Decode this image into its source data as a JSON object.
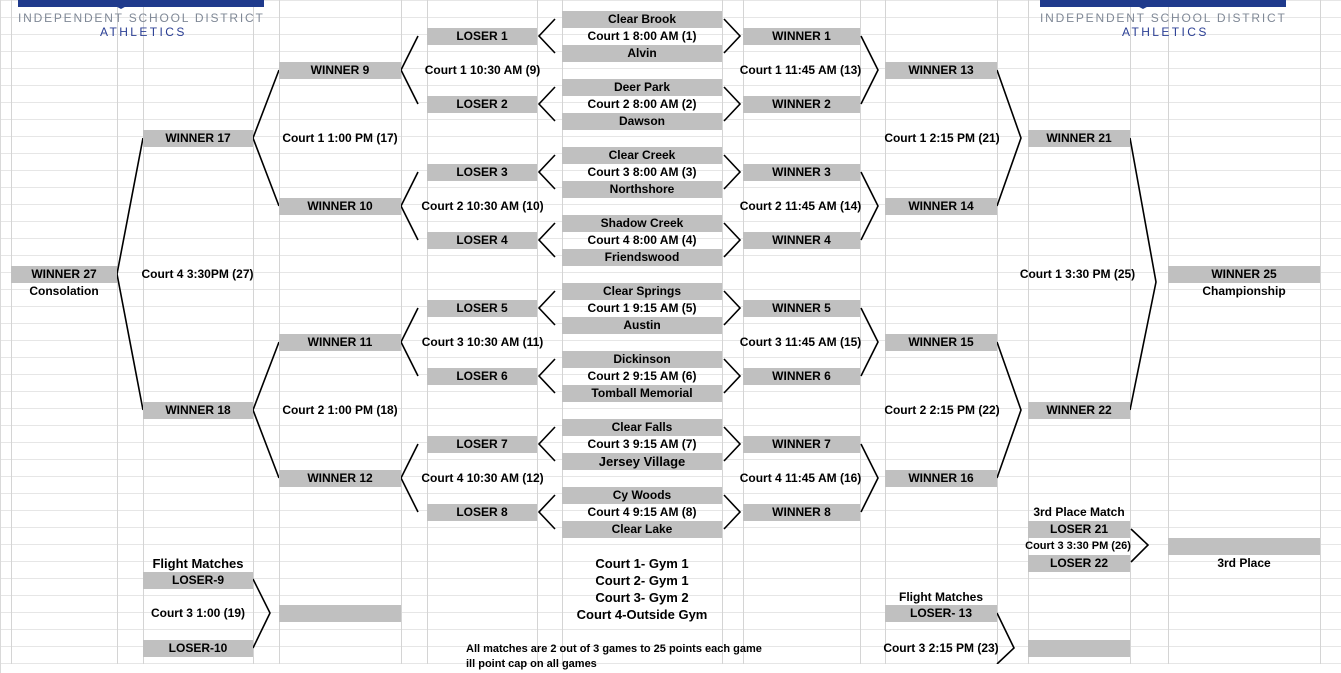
{
  "logo": {
    "line1": "INDEPENDENT SCHOOL DISTRICT",
    "line2": "ATHLETICS"
  },
  "teams": {
    "clear_brook": "Clear Brook",
    "alvin": "Alvin",
    "deer_park": "Deer Park",
    "dawson": "Dawson",
    "clear_creek": "Clear Creek",
    "northshore": "Northshore",
    "shadow_creek": "Shadow Creek",
    "friendswood": "Friendswood",
    "clear_springs": "Clear Springs",
    "austin": "Austin",
    "dickinson": "Dickinson",
    "tomball_memorial": "Tomball Memorial",
    "clear_falls": "Clear Falls",
    "jersey_village": "Jersey Village",
    "cy_woods": "Cy Woods",
    "clear_lake": "Clear Lake"
  },
  "first_round": {
    "m1": "Court 1 8:00 AM (1)",
    "m2": "Court 2 8:00 AM (2)",
    "m3": "Court 3 8:00 AM (3)",
    "m4": "Court 4 8:00 AM (4)",
    "m5": "Court 1 9:15 AM (5)",
    "m6": "Court 2 9:15 AM (6)",
    "m7": "Court 3 9:15 AM (7)",
    "m8": "Court 4 9:15 AM (8)"
  },
  "losers": {
    "l1": "LOSER 1",
    "l2": "LOSER 2",
    "l3": "LOSER 3",
    "l4": "LOSER 4",
    "l5": "LOSER 5",
    "l6": "LOSER 6",
    "l7": "LOSER 7",
    "l8": "LOSER 8"
  },
  "winners": {
    "w1": "WINNER 1",
    "w2": "WINNER 2",
    "w3": "WINNER 3",
    "w4": "WINNER 4",
    "w5": "WINNER 5",
    "w6": "WINNER 6",
    "w7": "WINNER 7",
    "w8": "WINNER 8",
    "w9": "WINNER 9",
    "w10": "WINNER 10",
    "w11": "WINNER 11",
    "w12": "WINNER 12",
    "w13": "WINNER 13",
    "w14": "WINNER 14",
    "w15": "WINNER 15",
    "w16": "WINNER 16",
    "w17": "WINNER 17",
    "w18": "WINNER 18",
    "w21": "WINNER 21",
    "w22": "WINNER 22",
    "w25": "WINNER 25",
    "w27": "WINNER 27"
  },
  "matches": {
    "m9": "Court 1 10:30 AM (9)",
    "m10": "Court 2 10:30 AM (10)",
    "m11": "Court 3 10:30 AM (11)",
    "m12": "Court 4 10:30 AM (12)",
    "m13": "Court 1 11:45 AM (13)",
    "m14": "Court 2 11:45 AM (14)",
    "m15": "Court 3 11:45 AM (15)",
    "m16": "Court 4 11:45 AM (16)",
    "m17": "Court 1 1:00 PM (17)",
    "m18": "Court 2 1:00 PM (18)",
    "m21": "Court 1 2:15 PM (21)",
    "m22": "Court 2 2:15 PM (22)",
    "m25": "Court 1 3:30 PM (25)",
    "m27": "Court 4 3:30PM (27)"
  },
  "labels": {
    "consolation": "Consolation",
    "championship": "Championship",
    "third_place_match": "3rd Place Match",
    "third_place": "3rd Place",
    "flight_matches_left": "Flight Matches",
    "flight_matches_right": "Flight Matches"
  },
  "third_place": {
    "loser21": "LOSER 21",
    "loser22": "LOSER 22",
    "court": "Court 3 3:30 PM (26)"
  },
  "flight_left": {
    "loser9": "LOSER-9",
    "loser10": "LOSER-10",
    "court": "Court 3 1:00 (19)"
  },
  "flight_right": {
    "loser13": "LOSER- 13",
    "court": "Court 3 2:15 PM (23)"
  },
  "courts": {
    "c1": "Court 1- Gym 1",
    "c2": "Court 2- Gym 1",
    "c3": "Court 3- Gym 2",
    "c4": "Court 4-Outside Gym"
  },
  "note": {
    "line1": "All matches are 2 out of 3 games to 25 points each game",
    "line2": "ill point cap on all games"
  }
}
